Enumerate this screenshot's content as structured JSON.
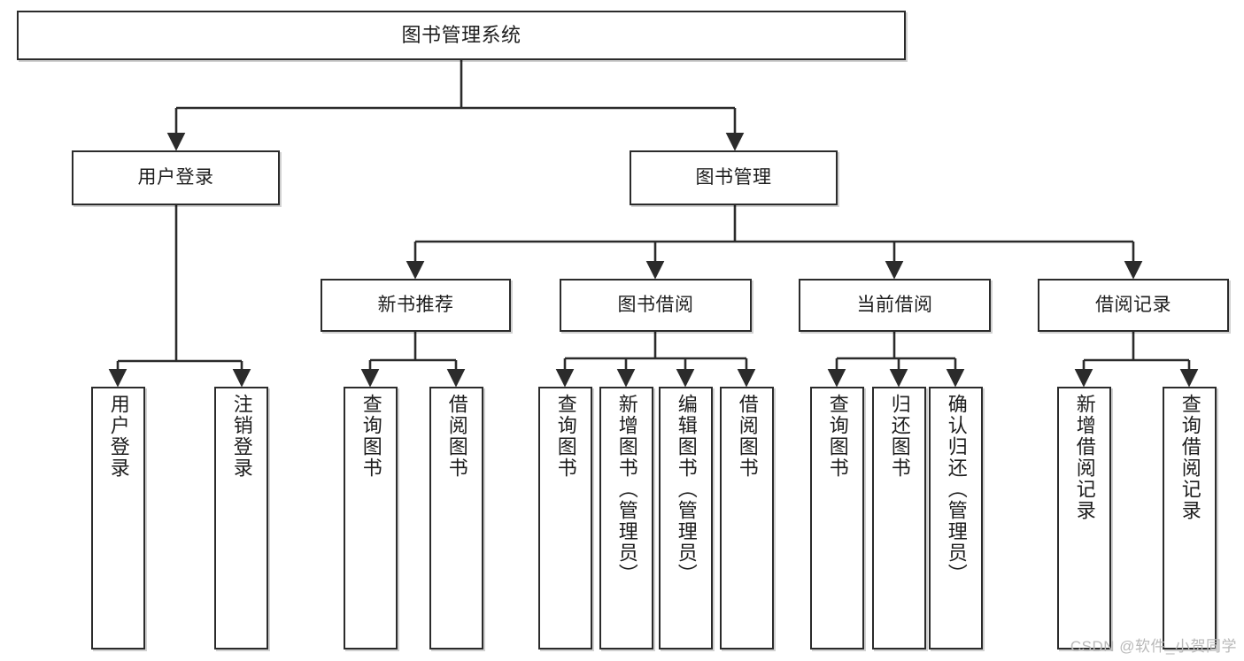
{
  "diagram": {
    "title": "图书管理系统",
    "type": "tree-hierarchy",
    "watermark": "CSDN @软件_小贺同学",
    "colors": {
      "box_border": "#2b2b2b",
      "box_fill": "#ffffff",
      "connector": "#2b2b2b",
      "text": "#1d1d1d",
      "watermark": "#b9b9b9"
    },
    "root": {
      "label": "图书管理系统"
    },
    "level2": [
      {
        "label": "用户登录"
      },
      {
        "label": "图书管理"
      }
    ],
    "level3": [
      {
        "label": "新书推荐"
      },
      {
        "label": "图书借阅"
      },
      {
        "label": "当前借阅"
      },
      {
        "label": "借阅记录"
      }
    ],
    "leaves": {
      "user_login": [
        {
          "label": "用户登录"
        },
        {
          "label": "注销登录"
        }
      ],
      "new_book_recommend": [
        {
          "label": "查询图书"
        },
        {
          "label": "借阅图书"
        }
      ],
      "book_borrow": [
        {
          "label": "查询图书"
        },
        {
          "label": "新增图书（管理员）"
        },
        {
          "label": "编辑图书（管理员）"
        },
        {
          "label": "借阅图书"
        }
      ],
      "current_borrow": [
        {
          "label": "查询图书"
        },
        {
          "label": "归还图书"
        },
        {
          "label": "确认归还（管理员）"
        }
      ],
      "borrow_record": [
        {
          "label": "新增借阅记录"
        },
        {
          "label": "查询借阅记录"
        }
      ]
    }
  }
}
